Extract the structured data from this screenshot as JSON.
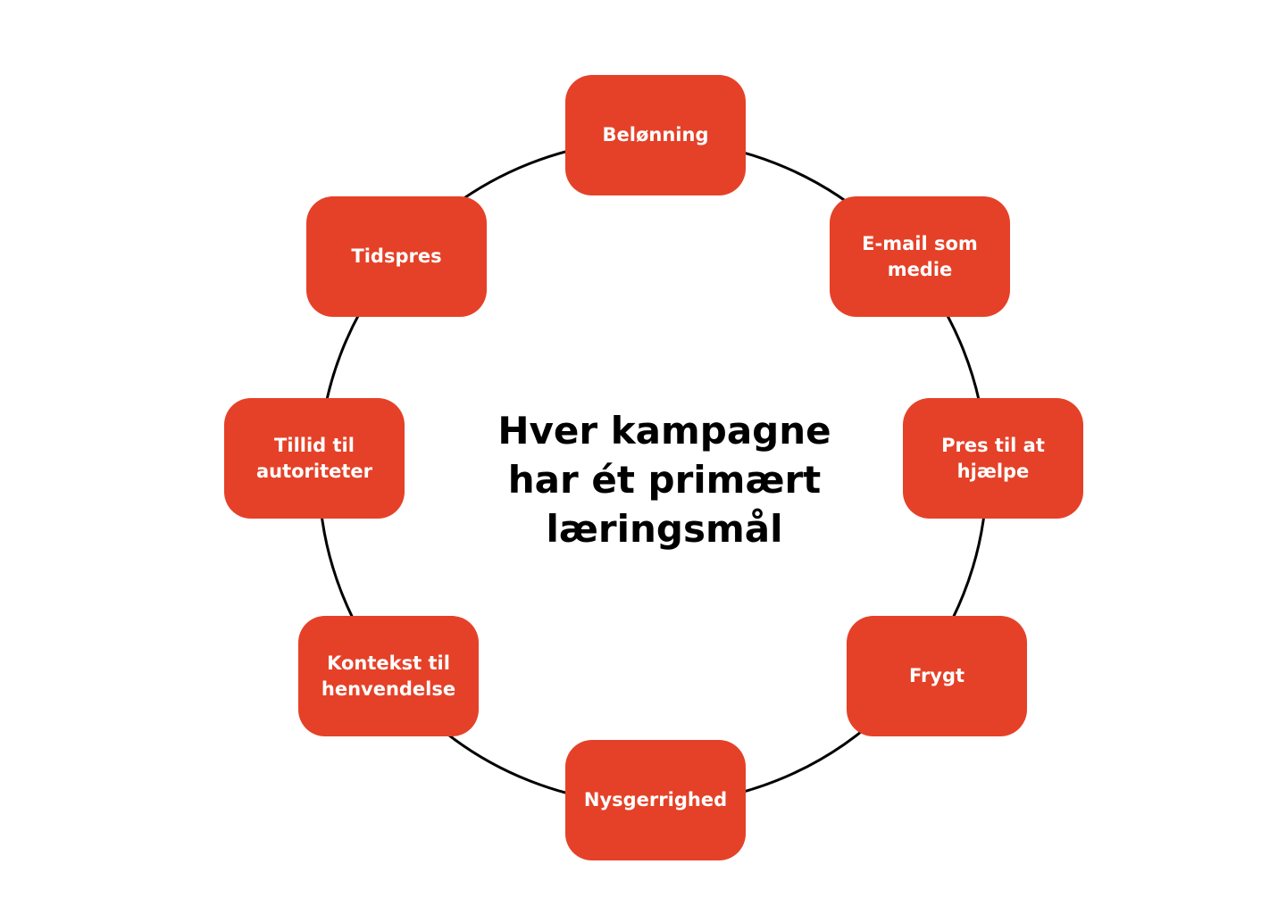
{
  "center": {
    "title": "Hver kampagne\nhar ét primært\nlæringsmål"
  },
  "nodes": [
    {
      "id": "belonning",
      "label": "Belønning"
    },
    {
      "id": "email",
      "label": "E-mail som\nmedie"
    },
    {
      "id": "pres",
      "label": "Pres til at\nhjælpe"
    },
    {
      "id": "frygt",
      "label": "Frygt"
    },
    {
      "id": "nysgerrighed",
      "label": "Nysgerrighed"
    },
    {
      "id": "kontekst",
      "label": "Kontekst til\nhenvendelse"
    },
    {
      "id": "tillid",
      "label": "Tillid til\nautoriteter"
    },
    {
      "id": "tidspres",
      "label": "Tidspres"
    }
  ],
  "colors": {
    "node_fill": "#e54128",
    "node_text": "#ffffff",
    "ring": "#000000",
    "title": "#000000"
  }
}
